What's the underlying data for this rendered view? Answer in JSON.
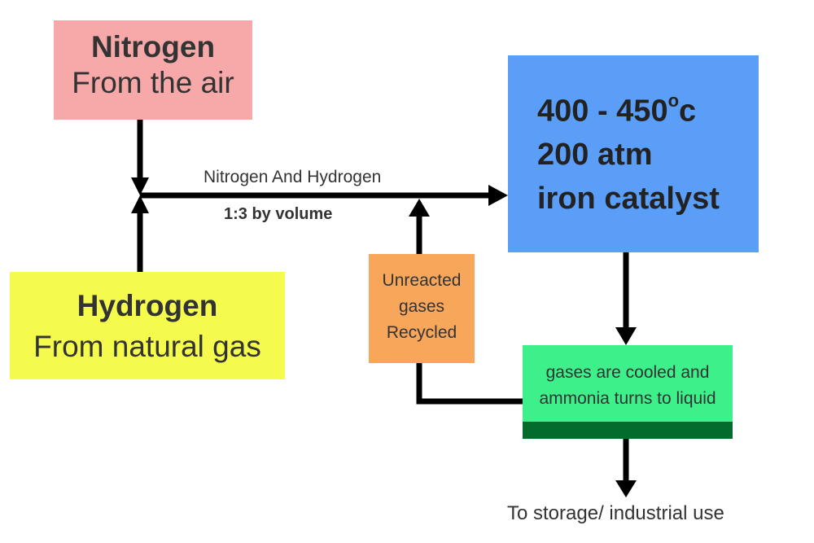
{
  "nitrogen": {
    "title": "Nitrogen",
    "subtitle": "From the air"
  },
  "hydrogen": {
    "title": "Hydrogen",
    "subtitle": "From natural gas"
  },
  "mixture": {
    "label": "Nitrogen And Hydrogen",
    "ratio": "1:3 by volume"
  },
  "conditions": {
    "temperature": "400 - 450",
    "degree": "o",
    "temperature_unit": "c",
    "pressure": "200 atm",
    "catalyst": "iron catalyst"
  },
  "recycle": {
    "line1": "Unreacted",
    "line2": "gases",
    "line3": "Recycled"
  },
  "cooler": {
    "line1": "gases are cooled and",
    "line2": "ammonia turns to liquid"
  },
  "output": {
    "label": "To storage/ industrial use"
  },
  "colors": {
    "nitrogen_box": "#f7a8a8",
    "hydrogen_box": "#f5fb4c",
    "conditions_box": "#5b9ef8",
    "recycle_box": "#f8a75a",
    "cooler_box": "#3df08a",
    "liquid_bar": "#036b2b",
    "arrows": "#000000"
  }
}
